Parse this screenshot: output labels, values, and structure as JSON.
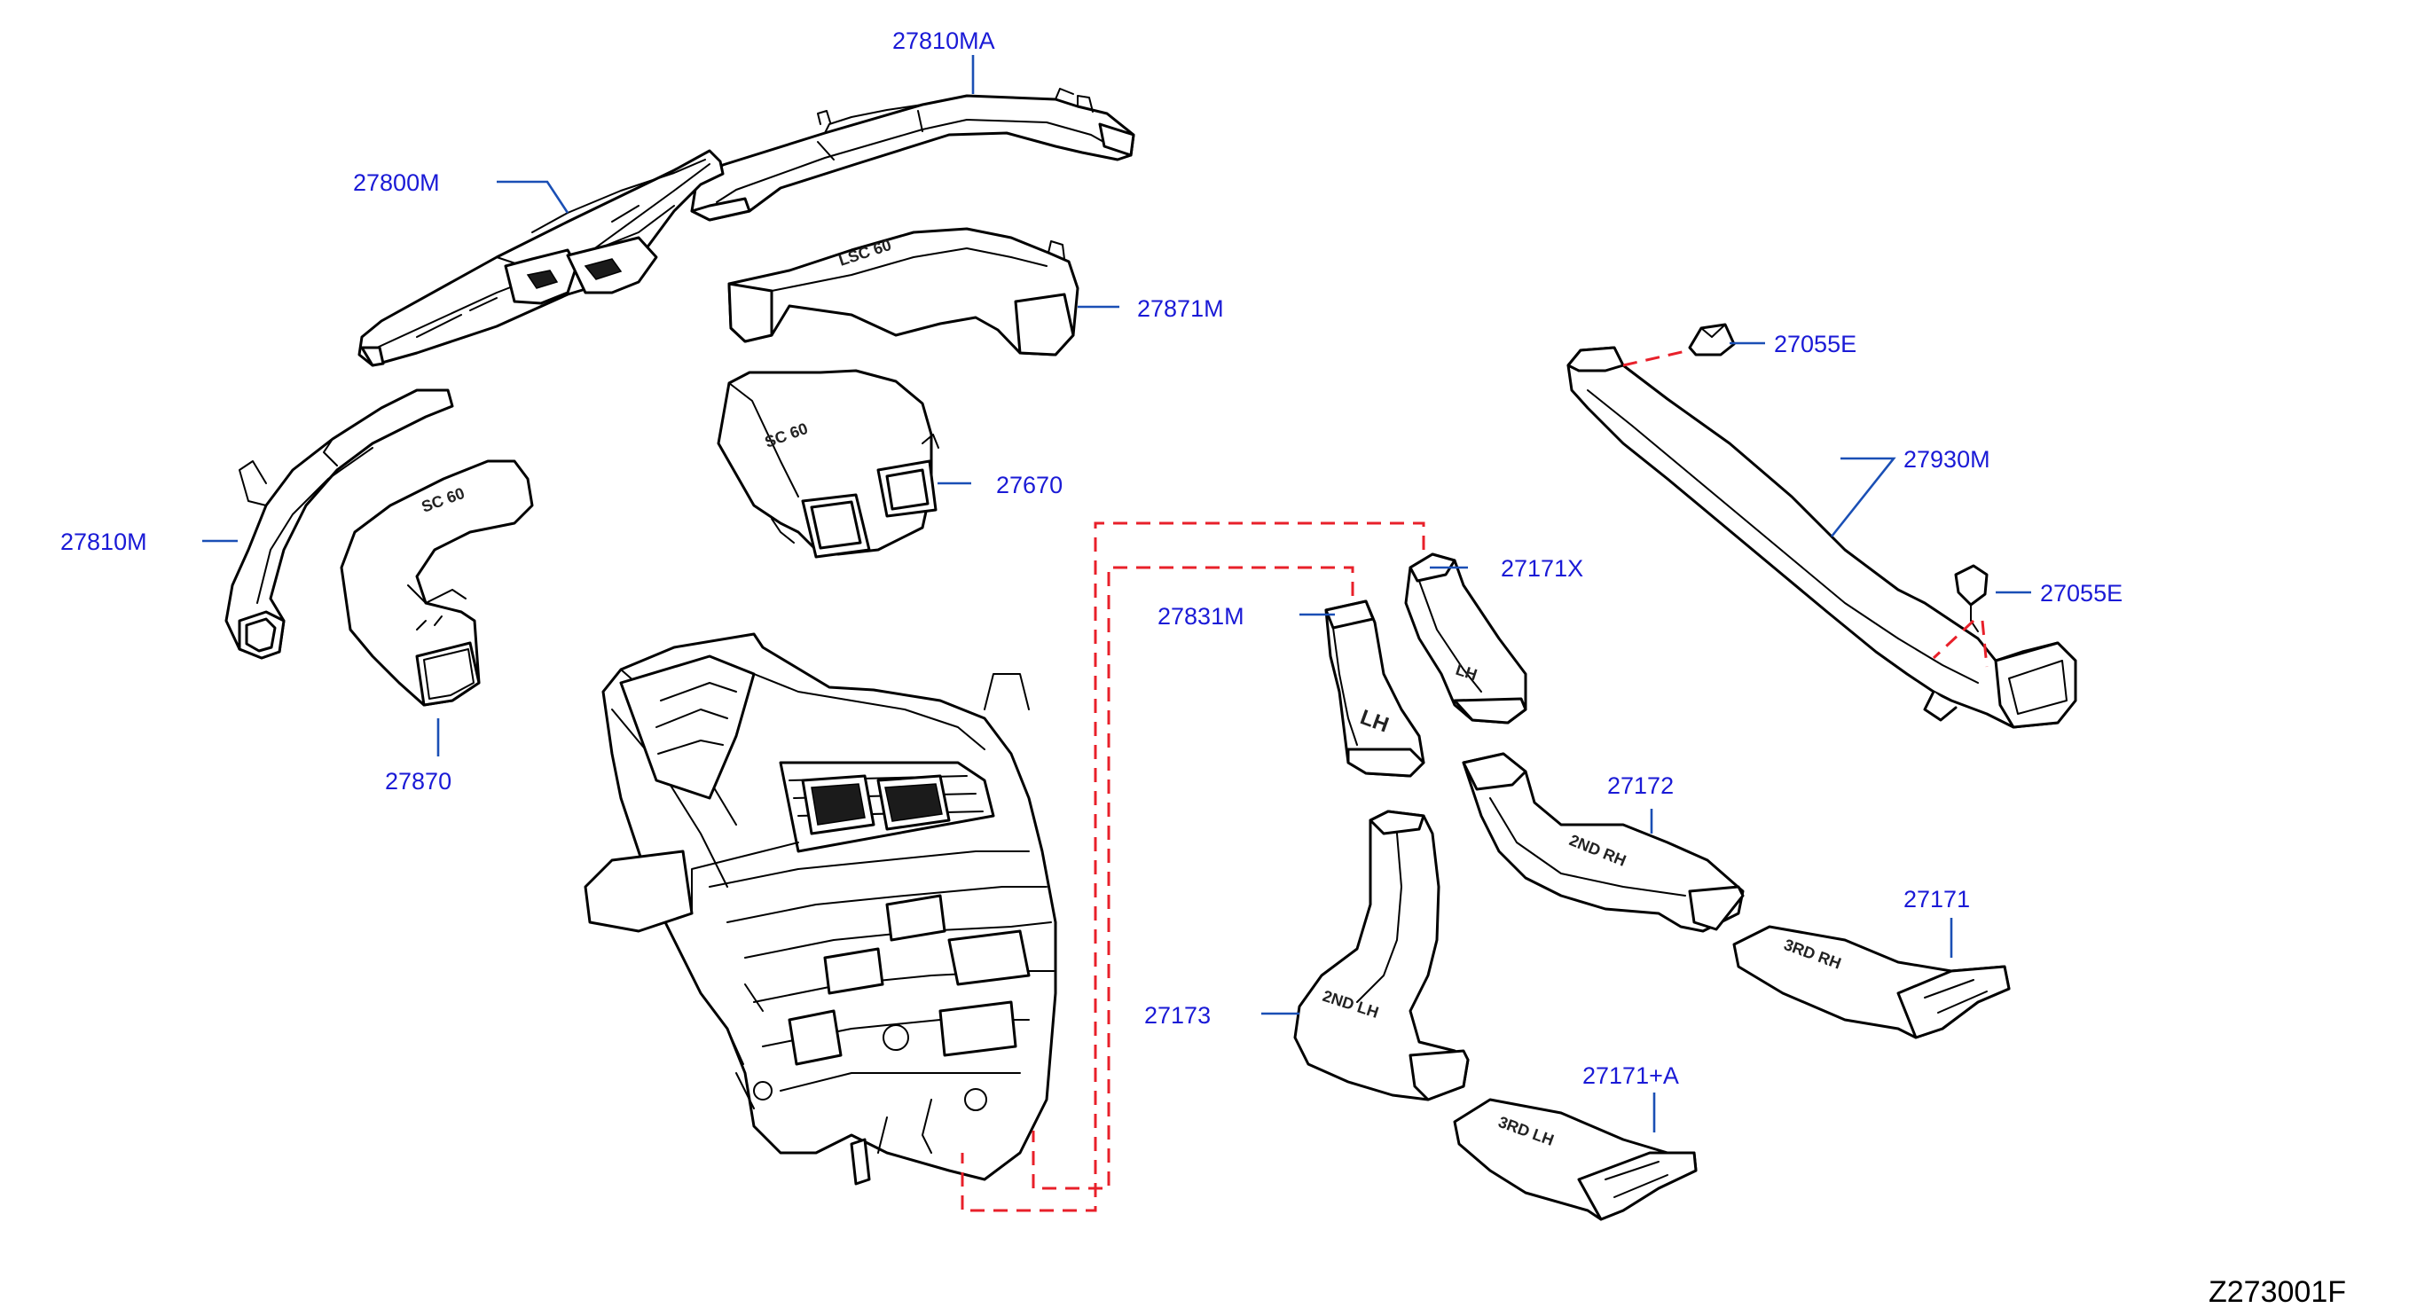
{
  "diagram": {
    "footer_code": "Z273001F",
    "colors": {
      "label": "#1a1ad6",
      "leader": "#1a4fb5",
      "hidden_line": "#e8202a",
      "drawing": "#000000"
    },
    "labels": {
      "p27810MA": "27810MA",
      "p27800M": "27800M",
      "p27871M": "27871M",
      "p27055E_top": "27055E",
      "p27930M": "27930M",
      "p27810M": "27810M",
      "p27670": "27670",
      "p27171X": "27171X",
      "p27831M": "27831M",
      "p27055E_mid": "27055E",
      "p27870": "27870",
      "p27172": "27172",
      "p27171": "27171",
      "p27173": "27173",
      "p27171A": "27171+A"
    },
    "stamps": {
      "lh_small": "LH",
      "lh_large": "LH",
      "second_rh": "2ND RH",
      "second_lh": "2ND LH",
      "third_rh": "3RD RH",
      "third_lh": "3RD LH"
    }
  }
}
